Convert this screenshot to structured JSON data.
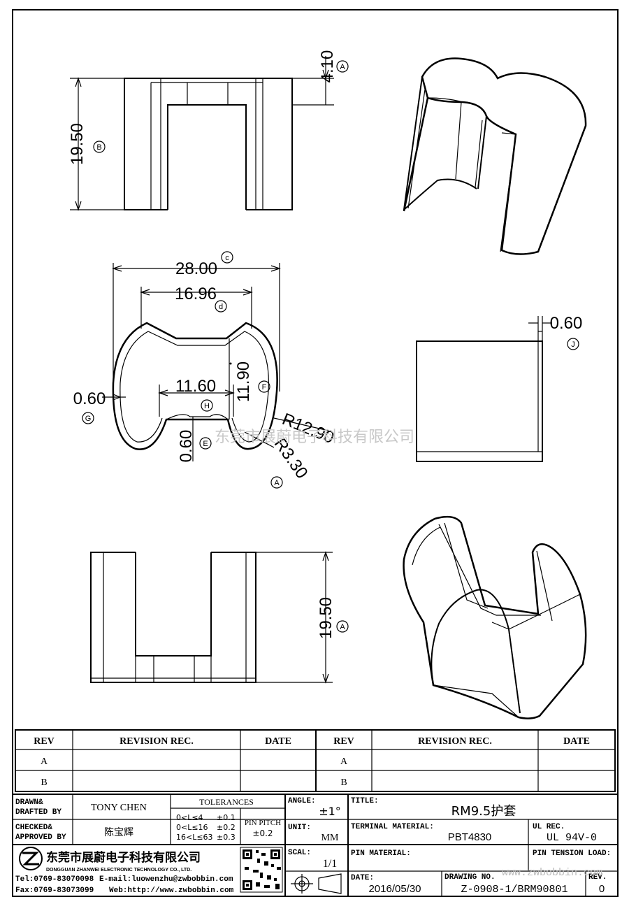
{
  "dims": {
    "d410": "4.10",
    "d1950_top": "19.50",
    "d2800": "28.00",
    "d1696": "16.96",
    "d060_j": "0.60",
    "d060_g": "0.60",
    "d1160": "11.60",
    "d1190": "11.90",
    "r1290": "R12.90",
    "r330": "R3.30",
    "d060_e": "0.60",
    "d1950_bot": "19.50"
  },
  "markers": {
    "a1": "A",
    "b": "B",
    "c": "c",
    "d": "d",
    "j": "J",
    "f": "F",
    "g": "G",
    "h": "H",
    "e": "E",
    "a2": "A",
    "a3": "A"
  },
  "watermark": "东莞市展蔚电子科技有限公司",
  "watermark2": "www.zwbobbin.com",
  "revision_table": {
    "headers": [
      "REV",
      "REVISION REC.",
      "DATE",
      "REV",
      "REVISION REC.",
      "DATE"
    ],
    "rows": [
      [
        "A",
        "",
        "",
        "A",
        "",
        ""
      ],
      [
        "B",
        "",
        "",
        "B",
        "",
        ""
      ]
    ]
  },
  "title_block": {
    "drawn_label": "DRAWN&\nDRAFTED BY",
    "drawn_line1": "DRAWN&",
    "drawn_line2": "DRAFTED BY",
    "drawn_value": "TONY CHEN",
    "checked_line1": "CHECKED&",
    "checked_line2": "APPROVED BY",
    "checked_value": "陈宝辉",
    "tolerances_label": "TOLERANCES",
    "tol_r1": "0<L≤4",
    "tol_v1": "±0.1",
    "tol_r2": "0<L≤16",
    "tol_v2": "±0.2",
    "tol_r3": "16<L≤63",
    "tol_v3": "±0.3",
    "pin_pitch_label": "PIN PITCH",
    "pin_pitch_value": "±0.2",
    "angle_label": "ANGLE:",
    "angle_value": "±1°",
    "unit_label": "UNIT:",
    "unit_value": "MM",
    "scale_label": "SCAL:",
    "scale_value": "1/1",
    "title_label": "TITLE:",
    "title_value": "RM9.5护套",
    "terminal_label": "TERMINAL MATERIAL:",
    "terminal_value": "PBT4830",
    "ul_label": "UL REC.",
    "ul_value": "UL 94V-0",
    "pin_material_label": "PIN MATERIAL:",
    "pin_tension_label": "PIN TENSION LOAD:",
    "date_label": "DATE:",
    "date_value": "2016/05/30",
    "drawing_label": "DRAWING NO.",
    "drawing_value": "Z-0908-1/BRM90801",
    "rev_label": "REV.",
    "rev_value": "0",
    "company_cn": "东莞市展蔚电子科技有限公司",
    "company_en": "DONGGUAN ZHANWEI ELECTRONIC TECHNOLOGY CO., LTD.",
    "tel": "Tel:0769-83070098",
    "email": "E-mail:luowenzhu@zwbobbin.com",
    "fax": "Fax:0769-83073099",
    "web": "Web:http://www.zwbobbin.com"
  }
}
